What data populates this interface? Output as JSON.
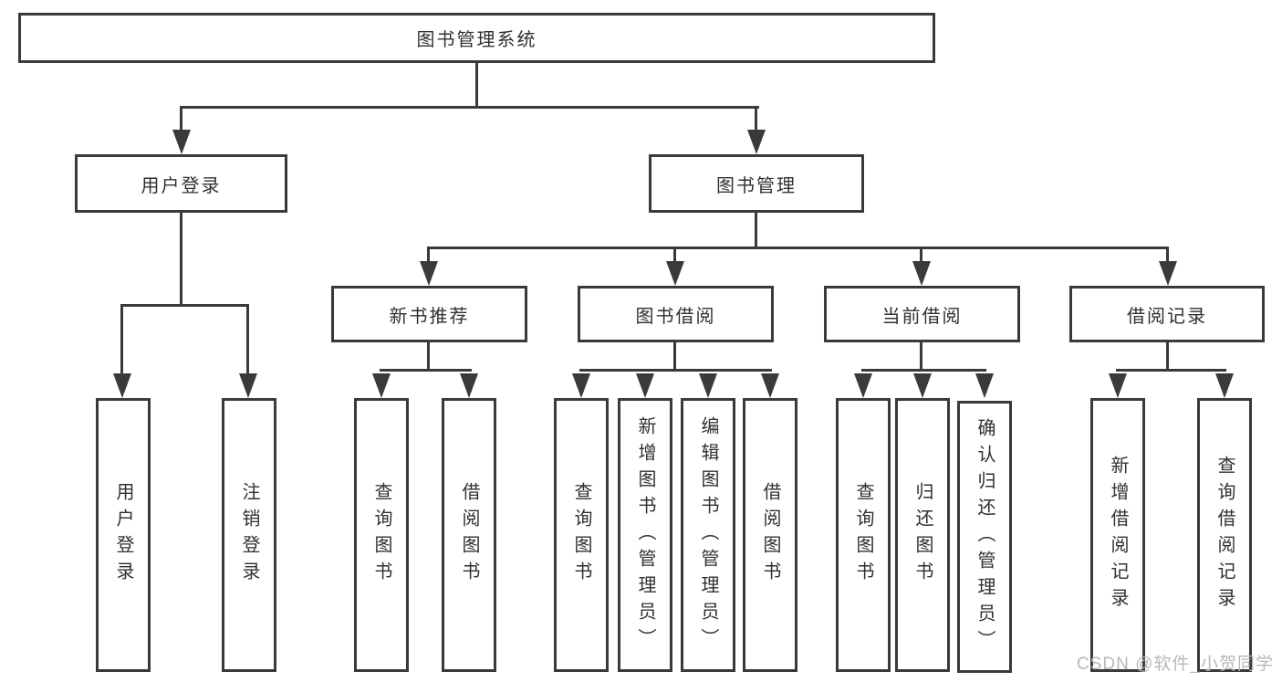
{
  "diagram": {
    "title": "图书管理系统",
    "colors": {
      "line": "#3a3a3a",
      "text": "#303030",
      "watermark": "#b8b8b8",
      "box_bg": "#ffffff"
    },
    "root": {
      "label": "图书管理系统"
    },
    "user_login": {
      "label": "用户登录",
      "children": {
        "login": {
          "label": "用户登录"
        },
        "logout": {
          "label": "注销登录"
        }
      }
    },
    "book_mgmt": {
      "label": "图书管理",
      "children": {
        "new_book": {
          "label": "新书推荐",
          "children": {
            "query": {
              "label": "查询图书"
            },
            "borrow": {
              "label": "借阅图书"
            }
          }
        },
        "borrowing": {
          "label": "图书借阅",
          "children": {
            "query": {
              "label": "查询图书"
            },
            "add": {
              "label": "新增图书（管理员）"
            },
            "edit": {
              "label": "编辑图书（管理员）"
            },
            "borrow": {
              "label": "借阅图书"
            }
          }
        },
        "current": {
          "label": "当前借阅",
          "children": {
            "query": {
              "label": "查询图书"
            },
            "return": {
              "label": "归还图书"
            },
            "confirm": {
              "label": "确认归还（管理员）"
            }
          }
        },
        "records": {
          "label": "借阅记录",
          "children": {
            "add": {
              "label": "新增借阅记录"
            },
            "query": {
              "label": "查询借阅记录"
            }
          }
        }
      }
    },
    "watermark": "CSDN @软件_小贺同学"
  }
}
